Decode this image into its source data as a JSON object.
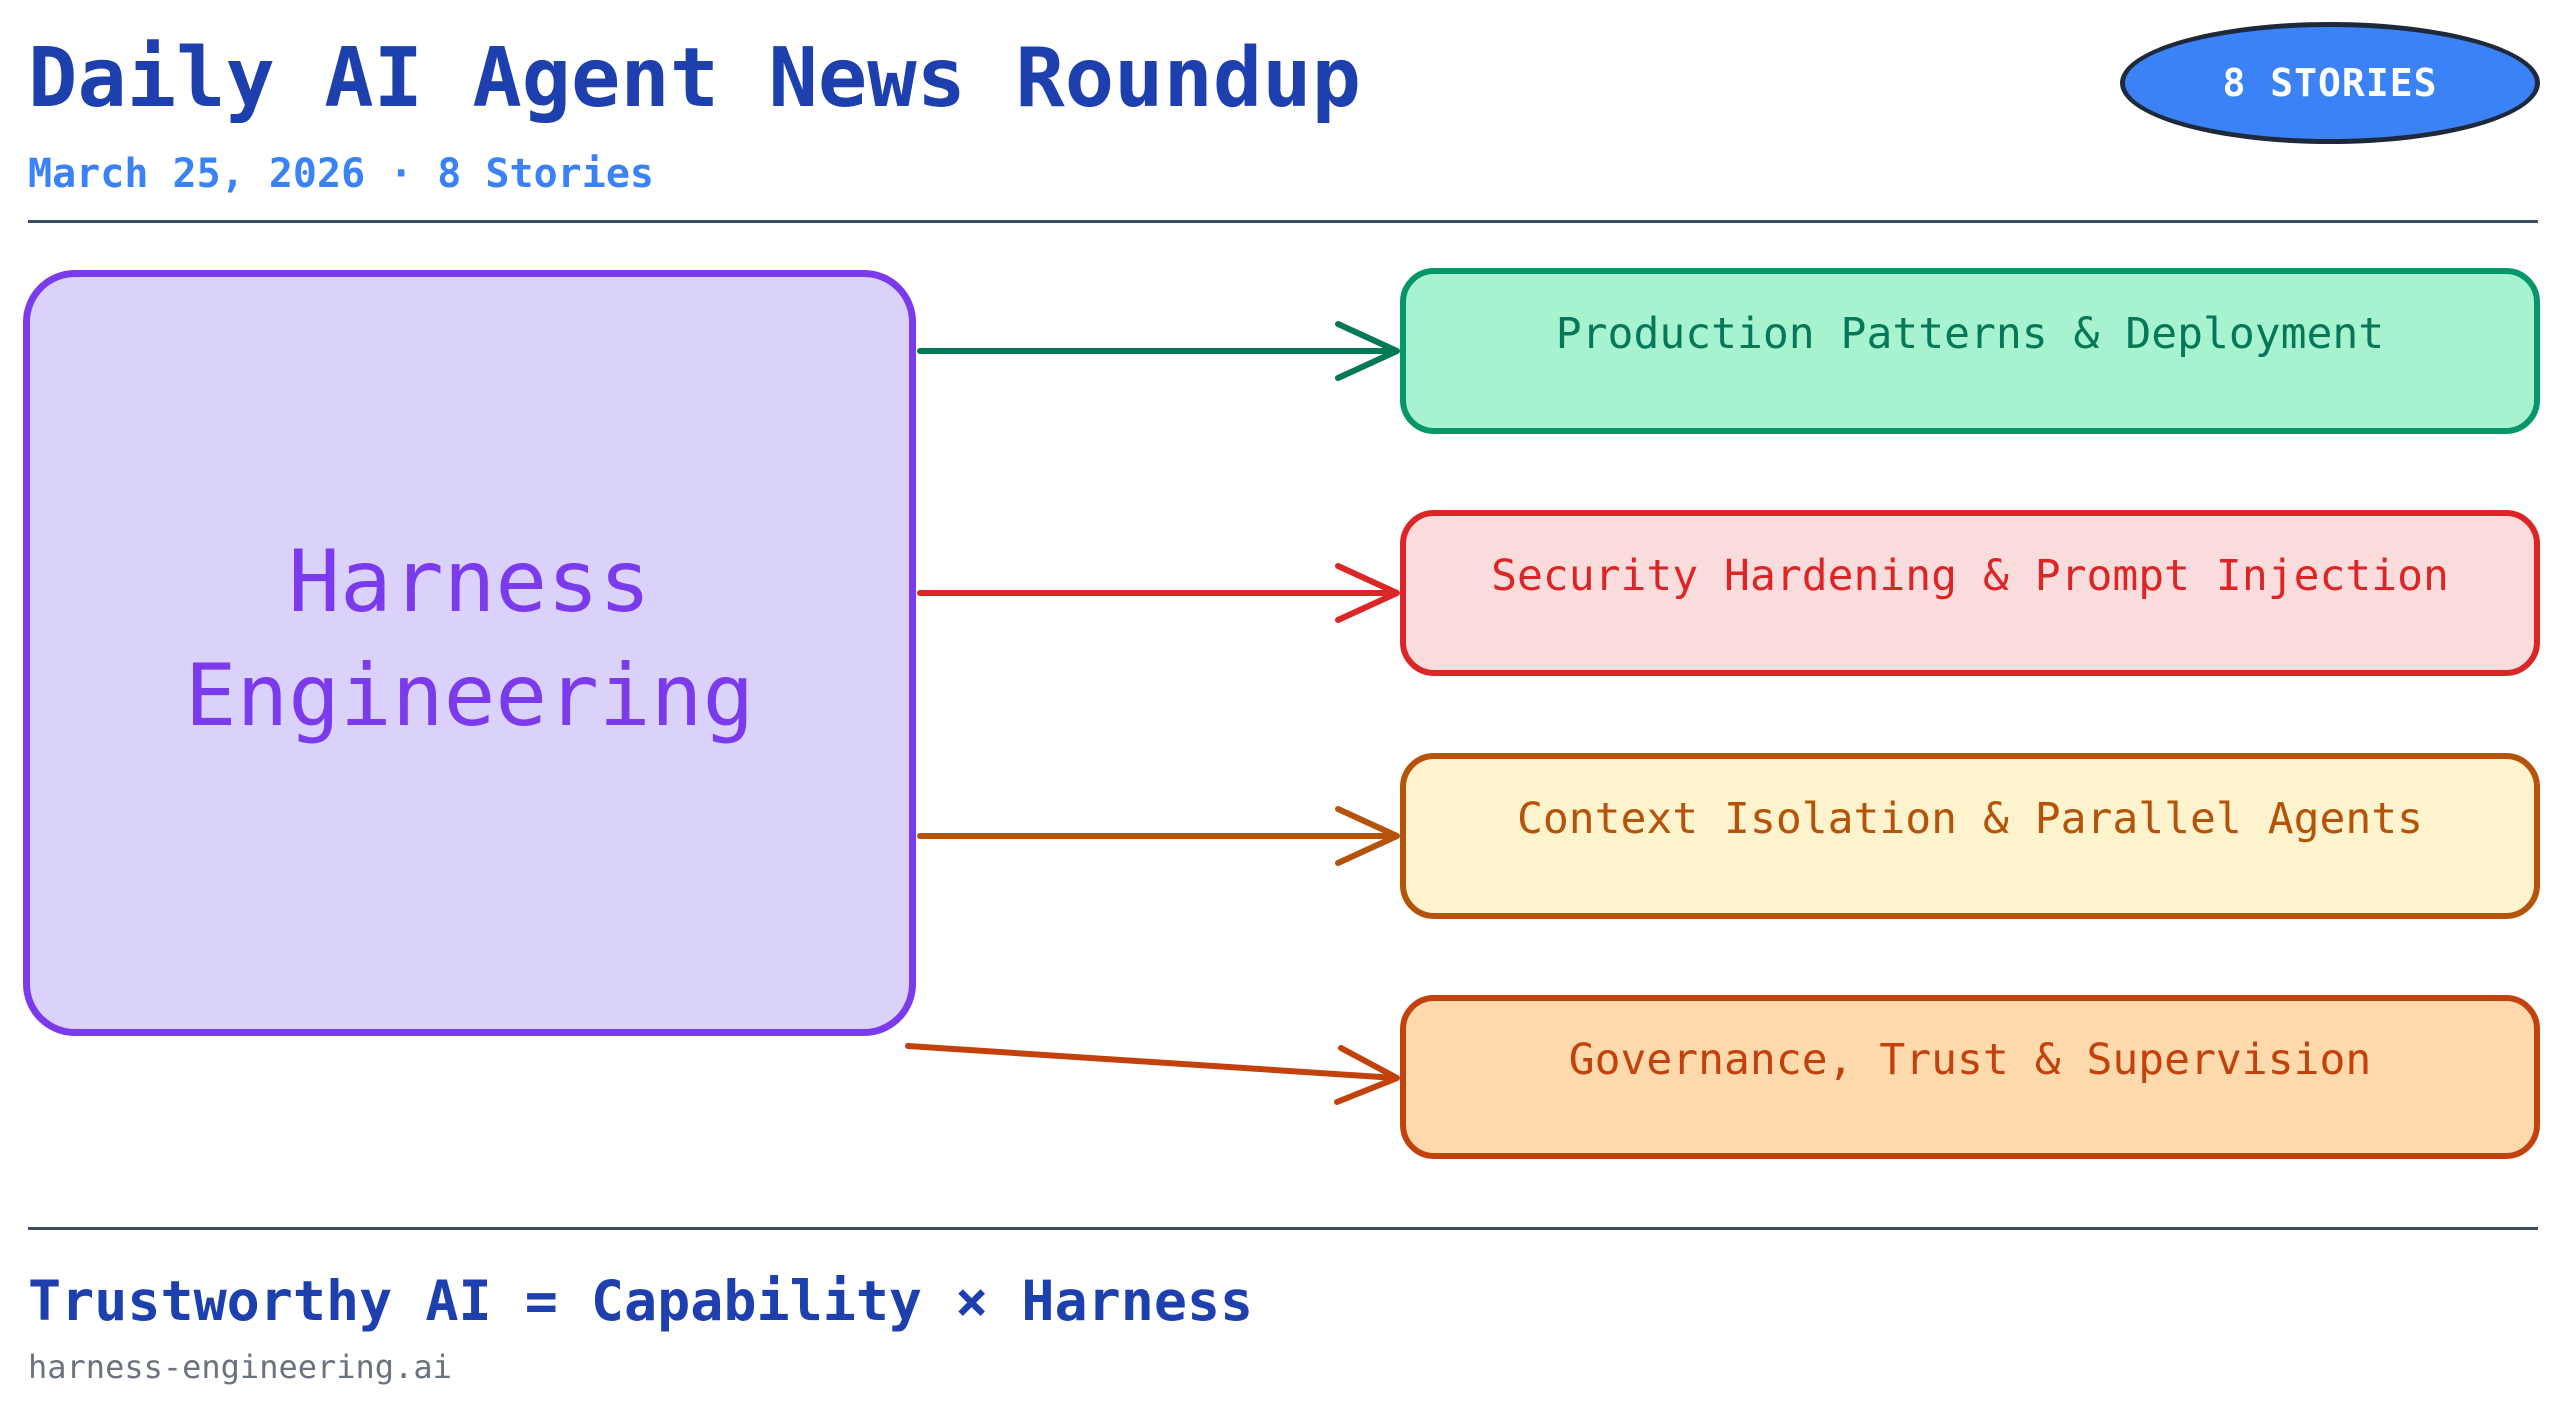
{
  "header": {
    "title": "Daily AI Agent News Roundup",
    "title_color": "#1e40af",
    "date": "March 25, 2026",
    "separator": "·",
    "stories": "8 Stories",
    "subtitle_color": "#3b82f6",
    "divider_color": "#3a4d63",
    "badge": {
      "label": "8 STORIES",
      "fill": "#3b82f6",
      "border": "#1e293b",
      "text_color": "#ffffff"
    }
  },
  "diagram": {
    "source": {
      "label": "Harness Engineering",
      "fill": "#dad2fb",
      "border": "#7c3aed",
      "text_color": "#7c3aed"
    },
    "categories": [
      {
        "label": "Production Patterns & Deployment",
        "fill": "#a7f3d0",
        "border": "#059669",
        "text_color": "#047857",
        "arrow_color": "#047857"
      },
      {
        "label": "Security Hardening & Prompt Injection",
        "fill": "#fbdcdc",
        "border": "#dc2626",
        "text_color": "#dc2626",
        "arrow_color": "#dc2626"
      },
      {
        "label": "Context Isolation & Parallel Agents",
        "fill": "#fdf3cd",
        "border": "#b45309",
        "text_color": "#b45309",
        "arrow_color": "#b45309"
      },
      {
        "label": "Governance, Trust & Supervision",
        "fill": "#fdd9ab",
        "border": "#c2410c",
        "text_color": "#c2410c",
        "arrow_color": "#c2410c"
      }
    ]
  },
  "footer": {
    "tagline": "Trustworthy AI = Capability × Harness",
    "tagline_color": "#1e40af",
    "url": "harness-engineering.ai",
    "url_color": "#6b7280",
    "divider_color": "#3a4d63"
  }
}
